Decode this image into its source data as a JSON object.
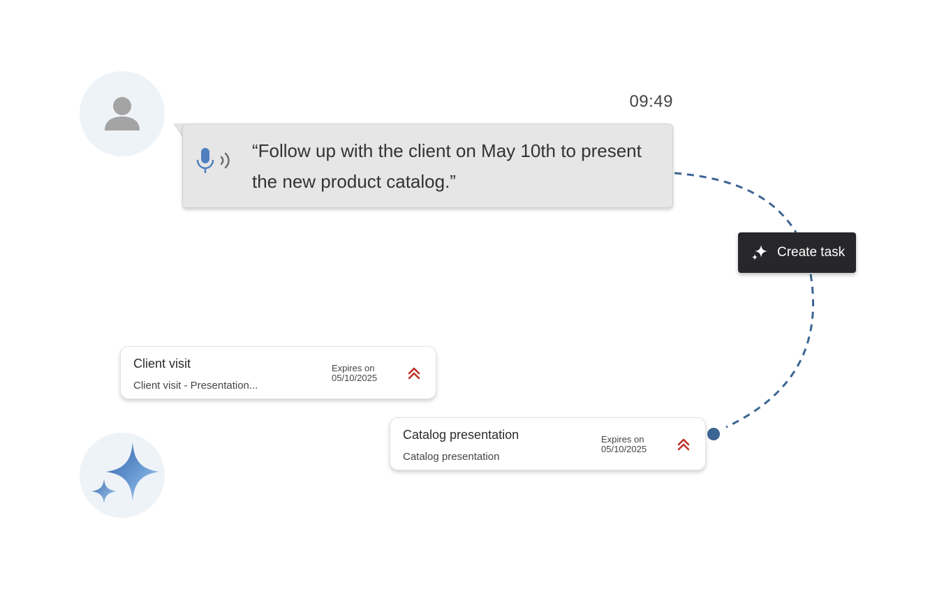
{
  "conversation": {
    "time": "09:49",
    "voice_message": "“Follow up with the client  on May 10th to present the new product catalog.”"
  },
  "action": {
    "create_task_label": "Create task"
  },
  "tasks": [
    {
      "title": "Client visit",
      "subtitle": "Client visit  -  Presentation...",
      "expires_label": "Expires on",
      "expires_date": "05/10/2025"
    },
    {
      "title": "Catalog presentation",
      "subtitle": "Catalog presentation",
      "expires_label": "Expires on",
      "expires_date": "05/10/2025"
    }
  ],
  "icons": {
    "user": "user-icon",
    "microphone": "microphone-icon",
    "sound_waves": "sound-waves-icon",
    "sparkle": "sparkle-icon",
    "priority": "double-chevron-up-icon",
    "ai": "ai-sparkle-icon"
  },
  "colors": {
    "connector": "#3d6593",
    "priority": "#c0302a",
    "button_bg": "#27272b",
    "bubble_bg": "#e6e6e6",
    "avatar_bg": "#eef3f8",
    "mic": "#4f7fbf"
  }
}
